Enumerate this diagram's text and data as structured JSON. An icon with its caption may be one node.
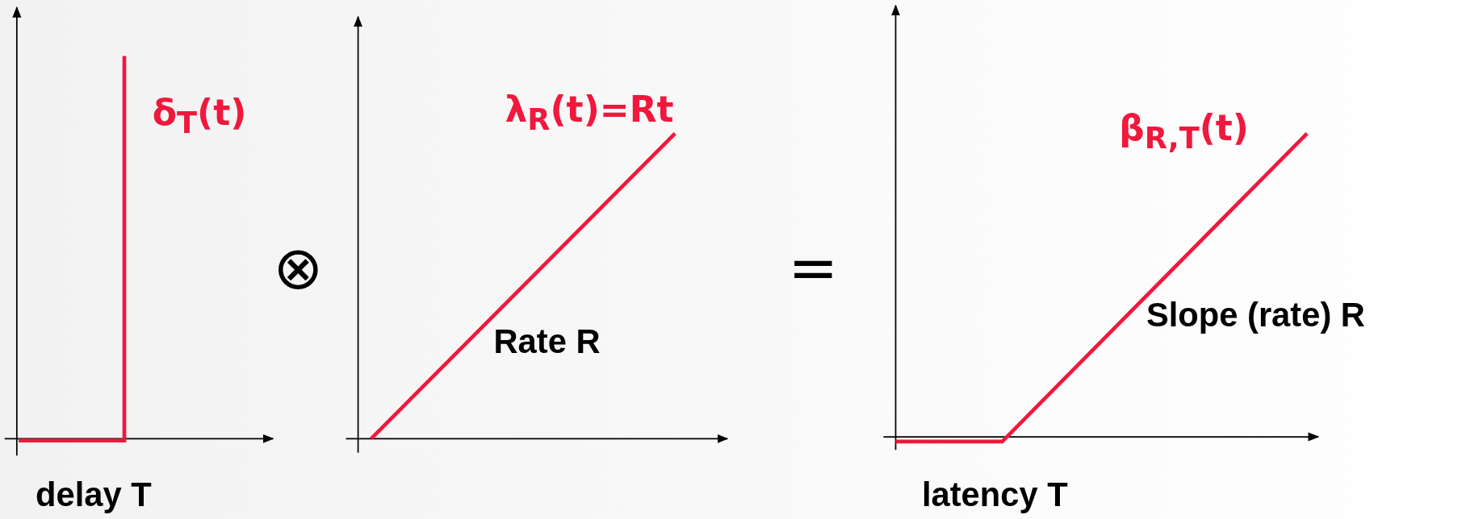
{
  "diagram": {
    "labels": [
      "δ$_{T}$(t)",
      "delay T",
      "⊗",
      "λ$_{R}$(t)=Rt",
      "Rate R",
      "=",
      "β$_{R,T}$(t)",
      "Slope (rate) R",
      "latency T"
    ]
  }
}
